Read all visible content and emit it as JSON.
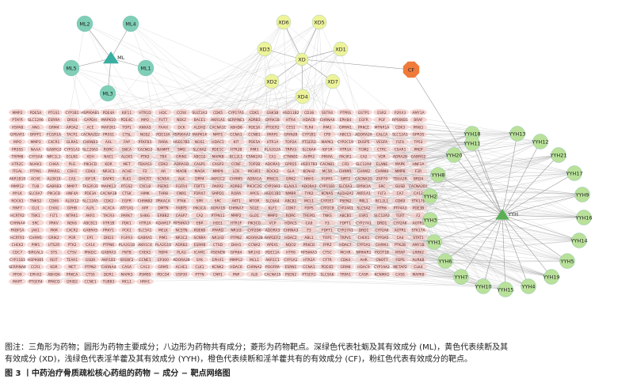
{
  "colors": {
    "ml": "#7fcfb7",
    "xd": "#eef39a",
    "cf": "#f07a3a",
    "yyh": "#b9e19a",
    "target": "#f3c9c6",
    "tri": "#3aaea0",
    "tri_yyh": "#5aae55",
    "edge": "#9a9a9a"
  },
  "herbs": [
    {
      "label": "ML",
      "shape": "triangle",
      "group": "ml"
    },
    {
      "label": "YYH",
      "shape": "triangle",
      "group": "yyh"
    }
  ],
  "ml_nodes": [
    "ML2",
    "ML4",
    "ML5",
    "ML1",
    "ML3"
  ],
  "xd_nodes": [
    "XD6",
    "XD5",
    "XD3",
    "XD",
    "XD1",
    "XD2",
    "XD7",
    "XD4"
  ],
  "cf_nodes": [
    "CF"
  ],
  "yyh_nodes": [
    "YYH18",
    "YYH13",
    "YYH11",
    "YYH12",
    "YYH20",
    "YYH21",
    "YYH8",
    "YYH17",
    "YYH9",
    "YYH2",
    "YYH16",
    "YYH3",
    "YYH14",
    "YYH1",
    "YYH5",
    "YYH6",
    "YYH19",
    "YYH7",
    "YYH4",
    "YYH10",
    "YYH15"
  ],
  "targets": [
    "MMP2",
    "PDE5A",
    "PTGS1",
    "CYP1B1",
    "HSP90AB1",
    "PDE4A",
    "KIF11",
    "HTR1D",
    "HDC",
    "CCR4",
    "SULT2A1",
    "CDK5",
    "CYP17A1",
    "CDK1",
    "GSK3B",
    "HSD11B2",
    "CD38",
    "SSTR4",
    "PTPRS",
    "GSTP1",
    "ESR2",
    "P2RX3",
    "AMY1A",
    "PTAFR",
    "SLC12A6",
    "ESRRA",
    "DRD4",
    "GAPDH",
    "MAPK10",
    "PDE4C",
    "MPO",
    "FUT7",
    "NEK2",
    "BACE1",
    "AKR1A1",
    "SERPINE1",
    "ADRB3",
    "DYRK1B",
    "HTR4",
    "HDAC8",
    "CHRNA4",
    "EPHB4",
    "EGFR",
    "PGF",
    "RPS6KB1",
    "BRAF",
    "HSPA8",
    "ANG",
    "GRM4",
    "APOA2",
    "ACE",
    "MAP2K1",
    "TOP1",
    "ANXA5",
    "FAAH",
    "DCK",
    "ALDH2",
    "CACNA1C",
    "ABHD6",
    "PDE3A",
    "PTGER2",
    "CES1",
    "TLR4",
    "PIM2",
    "OPRM1",
    "PRKCE",
    "MTNR1A",
    "CDK3",
    "PRKCI",
    "GPBAR1",
    "BRPF1",
    "FCGR1A",
    "TACR1",
    "CACNA2D2",
    "PRSS1",
    "CTSL",
    "NOS2",
    "PDE10A",
    "HSP90AA1",
    "MAPK14",
    "NMT1",
    "CCNA1",
    "CCNB1",
    "PARP1",
    "GRIN2B",
    "CYP1B1",
    "CFB",
    "ABCC1",
    "ADORA2A",
    "CALCA",
    "SLC12A1",
    "GPR35",
    "MPO",
    "MMP3",
    "CXCR1",
    "GLRA1",
    "CHRNB3",
    "AXL",
    "FAP",
    "PFKFB3",
    "RARA",
    "HSD17B1",
    "NOS1",
    "HDAC1",
    "KIT",
    "PDE5A",
    "HTR1A",
    "TOP2A",
    "PTGER3",
    "MAPK1",
    "CYP2C19",
    "DUSP5",
    "VEGFA",
    "FLT4",
    "TP53",
    "PRSS5",
    "NAAA",
    "GABRG2",
    "CYP51A1",
    "SLC29A1",
    "RORC",
    "SNCA",
    "CACNG2",
    "NAMPT",
    "SMO",
    "SLC6A2",
    "PDE1C",
    "HTR2B",
    "PIM3",
    "PLA2G2A",
    "TRPV3",
    "SLC6A4",
    "IGF1R",
    "HTR1A",
    "TGM2",
    "CTRC",
    "CSAR1",
    "PREP",
    "TRPM8",
    "CYP3A4",
    "NPC1L1",
    "EGLN1",
    "XDH",
    "NAE1",
    "ALOX5",
    "PTK2",
    "TBX",
    "GRIN1",
    "ABCG2",
    "MAPK8",
    "BCL2L1",
    "CSNK2A1",
    "CA1",
    "CTNNB1",
    "AVPR2",
    "PPARA",
    "PIK3R1",
    "CA2",
    "VDR",
    "ADRA2B",
    "GABRG2",
    "HTR2C",
    "NUAK1",
    "CHKA",
    "PLG",
    "PIK3CD",
    "KDR",
    "MET",
    "TBXAS1",
    "CDK2",
    "ADRA1D",
    "CASP1",
    "CASP3",
    "CCNF",
    "TOP2B",
    "ADORA1",
    "GPR55",
    "HSD17B3",
    "CACNB1",
    "CFD",
    "SLC12A4",
    "ELANE",
    "MAPK",
    "HNF1A",
    "ITGAL",
    "PTPN1",
    "PPARG",
    "CDH1",
    "CDK4",
    "NR3C1",
    "ACHE",
    "F2",
    "AR",
    "MAOB",
    "MAOA",
    "MMP9",
    "LCK",
    "MCHR1",
    "ROCK2",
    "GLA",
    "KCNH2",
    "MC5R",
    "CHRM1",
    "CHRM2",
    "CHRM4",
    "MMP8",
    "F2R",
    "AKR1B10",
    "ACHE",
    "ALOX15",
    "CA5",
    "IGF1R",
    "DAPK1",
    "PLK1",
    "DHCR7",
    "SCN5A",
    "ALK",
    "DPP4",
    "AKR1C2",
    "CHRM5",
    "ADRA1A",
    "PRKCG",
    "GRK2",
    "HRH1",
    "FGFR1",
    "SIRT2",
    "CACNA1G",
    "ZAP70",
    "TBXA2R",
    "BRD4",
    "MMP12",
    "TUB",
    "GABRB3",
    "MMP7",
    "TAS2R31",
    "MAPK13",
    "PTGS2",
    "CXCL8",
    "PSEN1",
    "FGFR4",
    "FDFT1",
    "PARP2",
    "ADRB2",
    "PIK3C2G",
    "CYP19A1",
    "ELAVL1",
    "ADORA3",
    "CYP11B1",
    "SLC6A3",
    "DYRK1A",
    "SRC",
    "GUSB",
    "CACNA2D1",
    "MYLK",
    "SLC6A7",
    "PIK3CB",
    "HNF4A",
    "PDE3A",
    "CACNA1B",
    "CTSK",
    "HIMK",
    "THRB",
    "CNR1",
    "P2RX7",
    "SMPD1",
    "RORA",
    "APCS",
    "HSD11B1",
    "NMBR",
    "TYK2",
    "KCNA5",
    "ALDH2A1",
    "AKR1A1",
    "FLT3",
    "CA7",
    "CA12",
    "ROCK1",
    "TNKS2",
    "CDK6",
    "ALOX12",
    "SLC12A5",
    "CDK2",
    "EGFR",
    "CHRNB2",
    "PRKACA",
    "PTK6",
    "SPR",
    "SRC",
    "AKT1",
    "MTOR",
    "SLC6A4",
    "ABCB1",
    "MCL1",
    "CYP2E1",
    "PSEN2",
    "RBL1",
    "BCL2L1",
    "CDK9",
    "STK17B",
    "RNF7",
    "GLI1",
    "CHAG",
    "GPHB",
    "ALPL",
    "ACACA",
    "ATP1A1",
    "APP",
    "DMTN",
    "FABP5",
    "PIK3CA",
    "ADRA1B",
    "CHRNA7",
    "SGLE",
    "KLF1",
    "CDK7",
    "FDPS",
    "CYP2C9",
    "CYP24A1",
    "SLC5A2",
    "HTR6",
    "PTP4A3",
    "PDE3B",
    "HCRTR2",
    "TBK1",
    "FLT1",
    "NTRK1",
    "AKR1",
    "TACR3",
    "PARK7",
    "SHBG",
    "ERBB2",
    "CASP7",
    "CA2",
    "PTPN11",
    "MMP2",
    "GLO1",
    "MMP2",
    "RORC",
    "TREM1",
    "TNKS",
    "ABCB1",
    "ESR1",
    "SLC12A2",
    "TERT",
    "F2",
    "CHRNA4",
    "SRC",
    "PRKV",
    "NEK6",
    "ABCB11",
    "HTR1B",
    "PDK1",
    "HTR2A",
    "ADAM17",
    "RPS6KA3",
    "EBP",
    "HEE1",
    "HTR1F",
    "PIK3CG",
    "VCP",
    "HDAC5",
    "CA9",
    "F3",
    "FDFT1",
    "CYP27A1",
    "DRD1",
    "CYP2A6",
    "AGTR1",
    "FKBP1A",
    "JAK1",
    "PKM",
    "CXCR2",
    "GABRA5",
    "PRKY1",
    "PCK1",
    "SLC5A1",
    "MELK",
    "NCSTN",
    "PDE6B",
    "PPARD",
    "NR1I3",
    "CYP2D6",
    "ADORA3",
    "CHRNA3",
    "F3",
    "FDFT1",
    "CYP27A1",
    "DRD1",
    "CYP2A6",
    "AGTR1",
    "STK17A",
    "HCRTR1",
    "CHRM1",
    "GRIK2",
    "POR",
    "EP1",
    "DRD3",
    "FGFR3",
    "GABRA1",
    "PIM1",
    "NR3C2",
    "SCN9A",
    "NR1H3",
    "PTPN2",
    "ADORA2B",
    "RAPGEF2",
    "HDAC2",
    "ABL1",
    "TOP1",
    "TRPV1",
    "CHEK1",
    "CYP3A5",
    "CA4",
    "STAT1",
    "CHEK2",
    "PIM1",
    "UTS2R",
    "PTK2",
    "CA14",
    "PTPN6",
    "PLA2G1B",
    "AKR1C4",
    "PLA2G10",
    "ADRB2",
    "ESRRB",
    "CTSD",
    "DHH1",
    "CCNA2",
    "APEX1",
    "NQO2",
    "PRKCB",
    "FPR2",
    "HDAC7",
    "CYP1A1",
    "CHRM3",
    "PTK2B",
    "AMY1B",
    "CDC7",
    "SIRGAL1",
    "STS",
    "CTSV",
    "PRKDC",
    "GABRA3",
    "FNTB",
    "CHEK1",
    "RBP4",
    "PLAU",
    "ICAM1",
    "PSENEN",
    "GPR84",
    "NR1H2",
    "PDE11A",
    "HTR6",
    "RPS6KA3",
    "CTSC",
    "MCHR",
    "NPBWR1",
    "PGGT1B",
    "MTAP",
    "LRRK2",
    "CYP11B1",
    "HSP90B1",
    "REIT",
    "TEAR1",
    "GSDR",
    "AKR1B1",
    "SREBF2",
    "CCNE1",
    "EP300",
    "ADORA2B",
    "SYK",
    "EPHX1",
    "MMP12",
    "MCL1",
    "AKR1C1",
    "CYP1A1",
    "HTR2A",
    "CFTR",
    "CDK4",
    "AHR",
    "CNOT7",
    "FDPS",
    "AURKB",
    "SERPINA6",
    "CCR1",
    "KDR",
    "MET",
    "PTPN2",
    "CHRNA4",
    "CASA",
    "CA13",
    "GRM5",
    "ACHE1",
    "CLK1",
    "KCNK2",
    "HDAC6",
    "CHRNA2",
    "POGFRA",
    "ESRN1",
    "CCNA1",
    "PDE4D",
    "GRM8",
    "HDAC9",
    "CYP19A2",
    "METAP2",
    "CLK4",
    "PPOX",
    "EPHX2",
    "ABHD6",
    "PRKCA",
    "CTSS",
    "DDR1",
    "MAPK3",
    "PSMB5",
    "PDCD4",
    "USP30",
    "PTTN",
    "CNR1",
    "PNP",
    "ALB",
    "CACNA1S",
    "PSEN2",
    "PTGER1",
    "SLC9A6",
    "TRPA1",
    "CASR",
    "KCNMA1",
    "CASS",
    "MAPK8",
    "MAPT",
    "PTGER4",
    "PRKCQ",
    "GRID2",
    "CCNE1",
    "TUBB3",
    "MCL1",
    "HRH1"
  ],
  "caption": {
    "line1": "图注：三角形为药物；圆形为药物主要成分；八边形为药物共有成分；菱形为药物靶点。深绿色代表牡蛎及其有效成分 (ML)，黄色代表续断及其",
    "line2": "有效成分 (XD)，浅绿色代表淫羊藿及其有效成分 (YYH)，橙色代表续断和淫羊藿共有的有效成分 (CF)，粉红色代表有效成分的靶点。"
  },
  "figure_title": "图 3 丨中药治疗骨质疏松核心药组的药物 − 成分 − 靶点网络图"
}
